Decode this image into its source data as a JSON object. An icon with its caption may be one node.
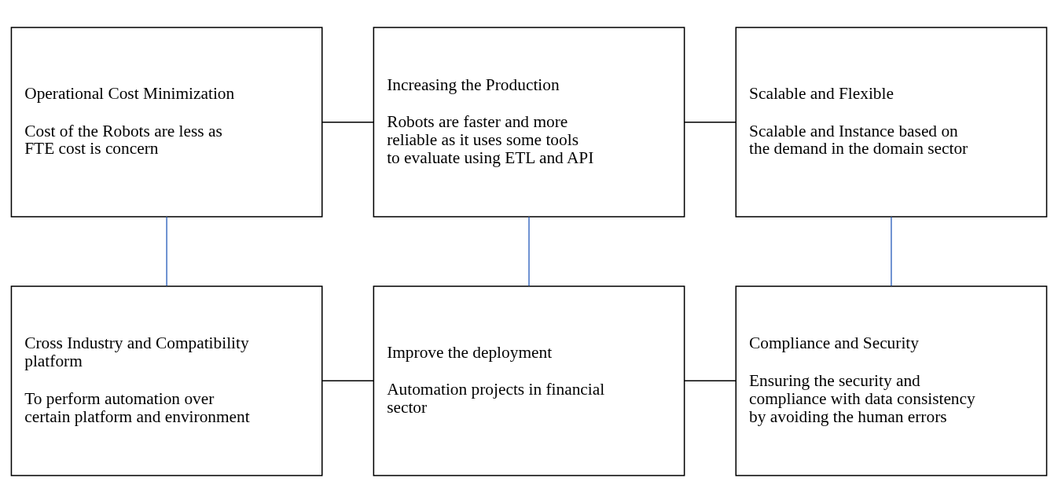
{
  "diagram": {
    "nodes": [
      {
        "text": [
          "Operational Cost Minimization",
          "Cost of the Robots are less as FTE cost is concern"
        ]
      },
      {
        "text": [
          "Increasing the Production",
          "Robots are faster and more reliable as it uses some tools to evaluate using ETL and API"
        ]
      },
      {
        "text": [
          "Scalable and Flexible",
          "Scalable and Instance based on the demand in the domain sector"
        ]
      },
      {
        "text": [
          "Cross Industry and Compatibility platform",
          "To perform automation over certain platform and environment"
        ]
      },
      {
        "text": [
          "Improve the deployment",
          "Automation projects in financial sector"
        ]
      },
      {
        "text": [
          "Compliance and Security",
          "Ensuring the security and compliance with data consistency by avoiding the human errors"
        ]
      }
    ],
    "edges": [
      {
        "from": 0,
        "to": 1,
        "arrow": "none"
      },
      {
        "from": 1,
        "to": 2,
        "arrow": "none"
      },
      {
        "from": 2,
        "to": 5,
        "arrow": "none",
        "color": "#4472c4"
      },
      {
        "from": 0,
        "to": 3,
        "arrow": "none",
        "color": "#4472c4"
      },
      {
        "from": 1,
        "to": 4,
        "arrow": "none",
        "color": "#4472c4"
      },
      {
        "from": 3,
        "to": 4,
        "arrow": "none"
      },
      {
        "from": 4,
        "to": 5,
        "arrow": "none"
      }
    ]
  }
}
